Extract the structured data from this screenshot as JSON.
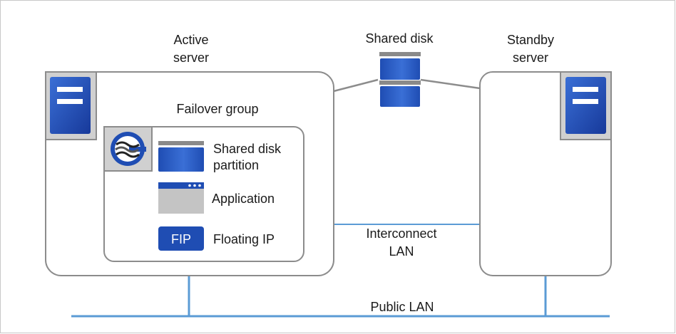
{
  "labels": {
    "active_server_line1": "Active",
    "active_server_line2": "server",
    "standby_server_line1": "Standby",
    "standby_server_line2": "server",
    "shared_disk": "Shared disk",
    "failover_group": "Failover group",
    "shared_disk_partition_line1": "Shared disk",
    "shared_disk_partition_line2": "partition",
    "application": "Application",
    "fip_badge": "FIP",
    "floating_ip": "Floating IP",
    "interconnect_line1": "Interconnect",
    "interconnect_line2": "LAN",
    "public_lan": "Public LAN"
  },
  "icons": {
    "server": "server-icon",
    "disk": "disk-icon",
    "cluster_logo": "cluster-logo-icon",
    "application_window": "application-window-icon"
  },
  "colors": {
    "border": "#c8c8c8",
    "box_stroke": "#8c8c8c",
    "server_tile_bg": "#d0d0d0",
    "server_blue": "#1f4db3",
    "server_blue_light": "#3a6fd6",
    "disk_bar": "#8a8a8a",
    "network_line": "#5b9bd5",
    "link_line": "#8c8c8c",
    "app_gray": "#c4c4c4",
    "app_header": "#1f4db3"
  }
}
